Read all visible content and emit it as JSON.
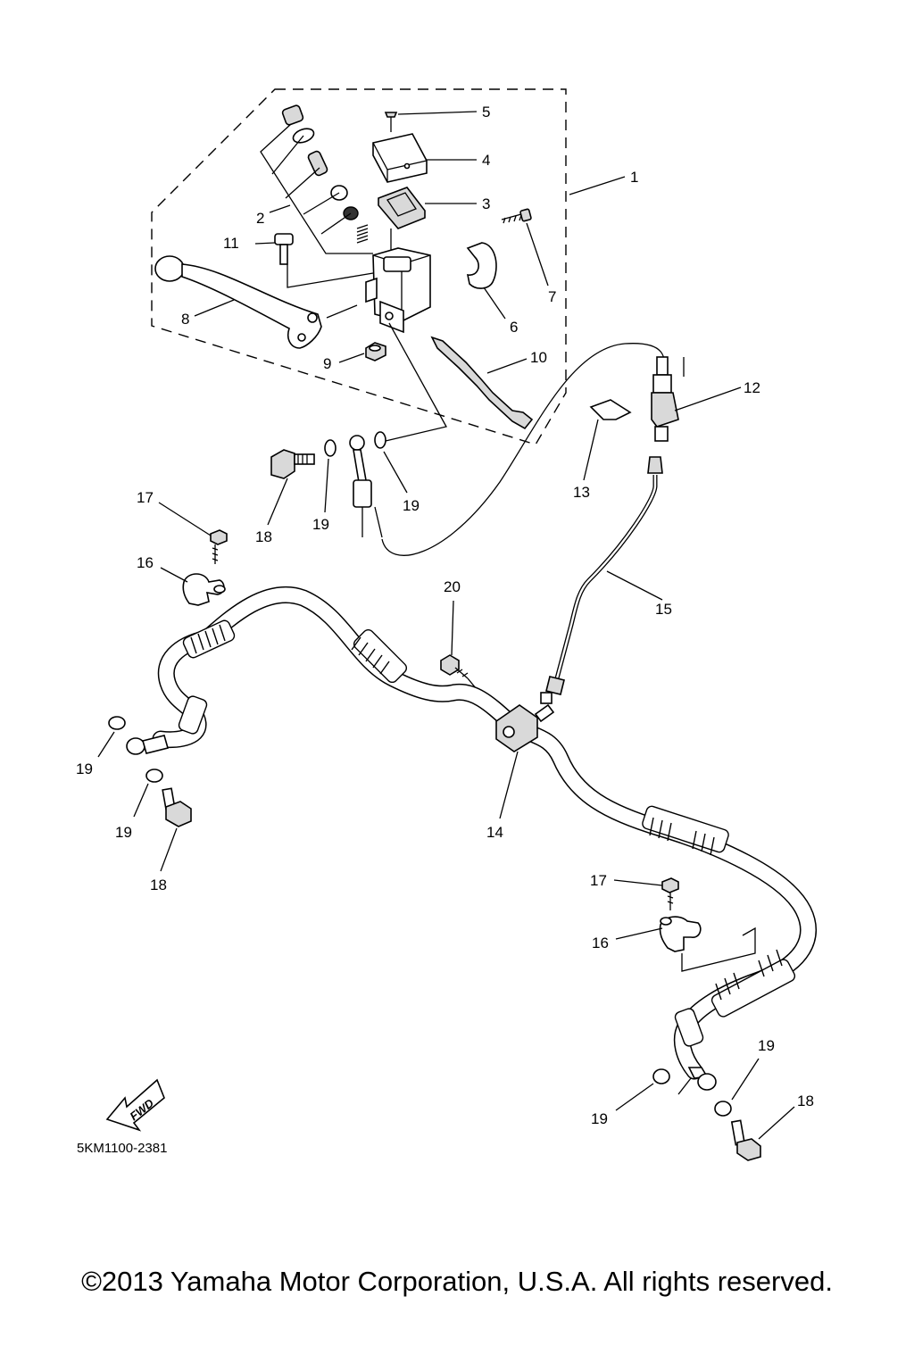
{
  "diagram": {
    "callouts": {
      "c1": "1",
      "c2": "2",
      "c3": "3",
      "c4": "4",
      "c5": "5",
      "c6": "6",
      "c7": "7",
      "c8": "8",
      "c9": "9",
      "c10": "10",
      "c11": "11",
      "c12": "12",
      "c13": "13",
      "c14": "14",
      "c15": "15",
      "c16a": "16",
      "c16b": "16",
      "c17a": "17",
      "c17b": "17",
      "c18a": "18",
      "c18b": "18",
      "c18c": "18",
      "c19a": "19",
      "c19b": "19",
      "c19c": "19",
      "c19d": "19",
      "c19e": "19",
      "c19f": "19",
      "c20": "20"
    },
    "fwd_label": "FWD",
    "diagram_code": "5KM1100-2381"
  },
  "footer": {
    "copyright": "©2013 Yamaha Motor Corporation, U.S.A. All rights reserved."
  }
}
